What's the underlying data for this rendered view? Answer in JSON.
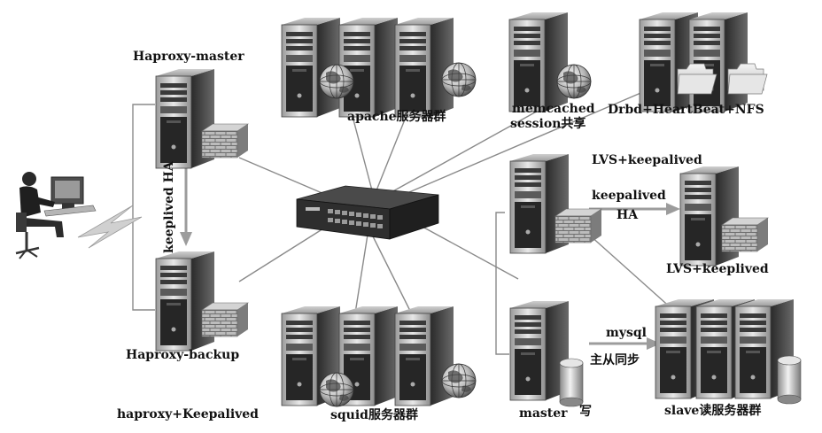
{
  "labels": {
    "haproxy_master": "Haproxy-master",
    "haproxy_backup": "Haproxy-backup",
    "haproxy_keepalived": "haproxy+Keepalived",
    "keeplived_ha": "keeplived HA",
    "apache_group": "apache服务器群",
    "memcached": "memcached",
    "session_share": "session共享",
    "drbd": "Drbd+HeartBeat+NFS",
    "lvs_keepalived": "LVS+keepalived",
    "keepalived": "keepalived",
    "ha": "HA",
    "lvs_keeplived": "LVS+keeplived",
    "squid_group": "squid服务器群",
    "mysql": "mysql",
    "master_slave_sync": "主从同步",
    "master": "master",
    "write": "写",
    "slave_group": "slave读服务器群"
  },
  "icons": {
    "user": "user-at-computer-icon",
    "switch": "network-switch-icon",
    "server": "server-tower-icon",
    "firewall": "firewall-icon",
    "globe": "globe-icon",
    "folder": "folder-icon",
    "database": "database-icon"
  }
}
